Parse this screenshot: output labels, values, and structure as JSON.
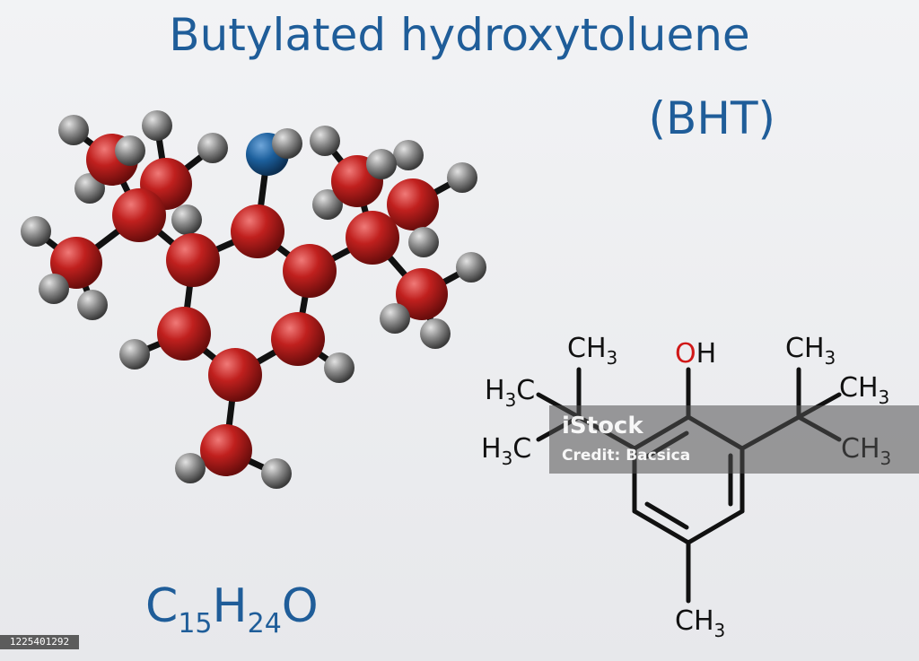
{
  "title": "Butylated hydroxytoluene",
  "abbreviation": "(BHT)",
  "formula": {
    "c": "C",
    "c_count": "15",
    "h": "H",
    "h_count": "24",
    "o": "O"
  },
  "structure_labels": {
    "ch3": "CH",
    "h3c": "H",
    "c": "C",
    "sub3": "3",
    "oh_o": "O",
    "oh_h": "H"
  },
  "watermark": {
    "brand": "iStock",
    "credit": "Credit: Bacsica"
  },
  "image_id": "1225401292",
  "colors": {
    "title": "#1f5d99",
    "carbon": "#c0201e",
    "oxygen": "#1c5f9c",
    "hydrogen": "#8a8a8a",
    "bond": "#111111"
  }
}
